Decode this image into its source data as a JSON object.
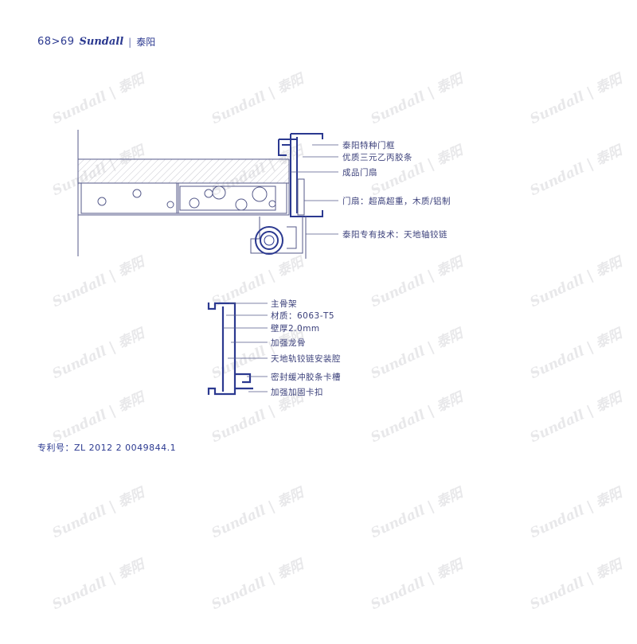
{
  "header": {
    "pages": "68>69",
    "brand": "Sundall",
    "separator": "|",
    "brand_cn": "泰阳"
  },
  "watermark": {
    "text": "Sundall | 泰阳"
  },
  "top_diagram": {
    "labels": [
      "泰阳特种门框",
      "优质三元乙丙胶条",
      "成品门扇",
      "门扇：超高超重，木质/铝制",
      "泰阳专有技术：天地轴铰链"
    ]
  },
  "profile_diagram": {
    "labels": [
      "主骨架",
      "材质：6063-T5",
      "壁厚2.0mm",
      "加强龙骨",
      "天地轨铰链安装腔",
      "密封缓冲胶条卡槽",
      "加强加固卡扣"
    ]
  },
  "patent": "专利号：ZL 2012 2 0049844.1",
  "colors": {
    "accent": "#2b3990",
    "line": "#555a8a",
    "hatch": "#c8c8d0"
  }
}
